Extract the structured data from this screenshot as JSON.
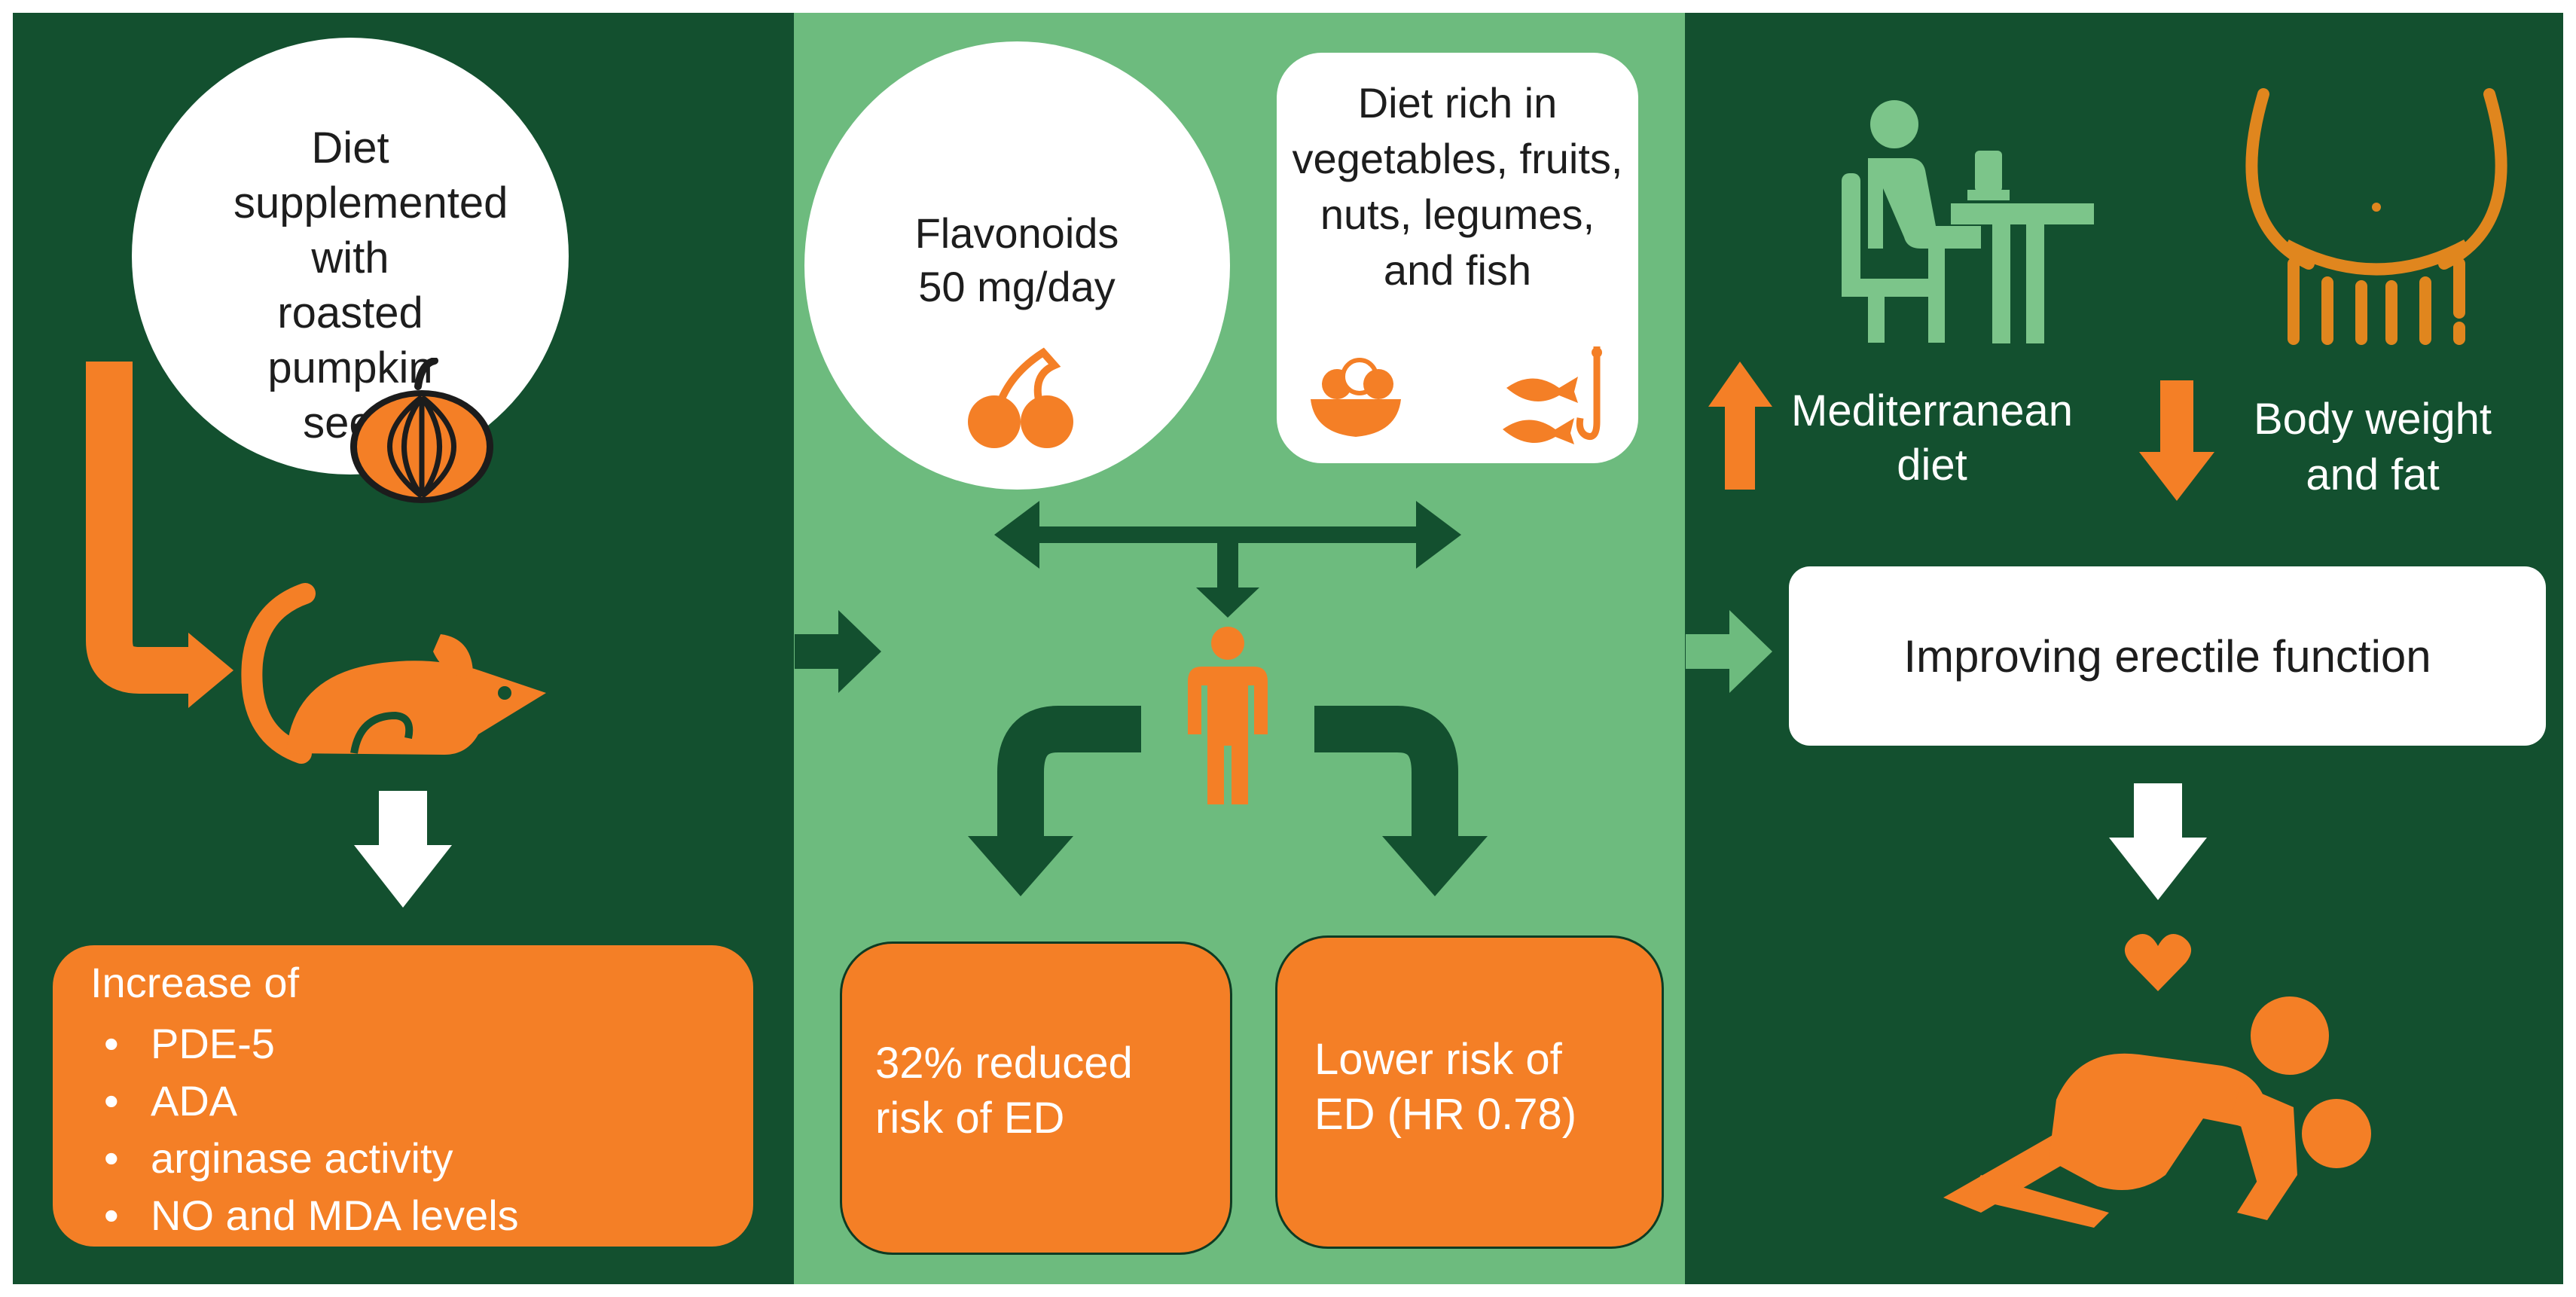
{
  "left": {
    "bubble_text": "Diet supplemented with roasted pumpkin seed",
    "box": {
      "heading": "Increase of",
      "items": [
        "PDE-5",
        "ADA",
        "arginase activity",
        "NO and MDA levels"
      ]
    }
  },
  "middle": {
    "flavonoids_text": "Flavonoids 50 mg/day",
    "diet_text": "Diet rich in vegetables, fruits, nuts, legumes, and fish",
    "box_left": "32% reduced risk of ED",
    "box_right": "Lower risk of ED (HR 0.78)"
  },
  "right": {
    "up_label": "Mediterranean diet",
    "down_label": "Body weight and fat",
    "result_box": "Improving erectile function"
  },
  "colors": {
    "dark_green": "#13502f",
    "light_green": "#6dbb7e",
    "orange": "#f47f26",
    "soft_green_icon": "#7cc58a",
    "gold_icon": "#e0861e"
  },
  "icons": [
    "pumpkin-icon",
    "rat-icon",
    "cherries-icon",
    "fruit-bowl-icon",
    "fish-icon",
    "fishhook-icon",
    "person-icon",
    "person-at-table-icon",
    "belly-icon",
    "heart-icon",
    "couple-icon"
  ]
}
